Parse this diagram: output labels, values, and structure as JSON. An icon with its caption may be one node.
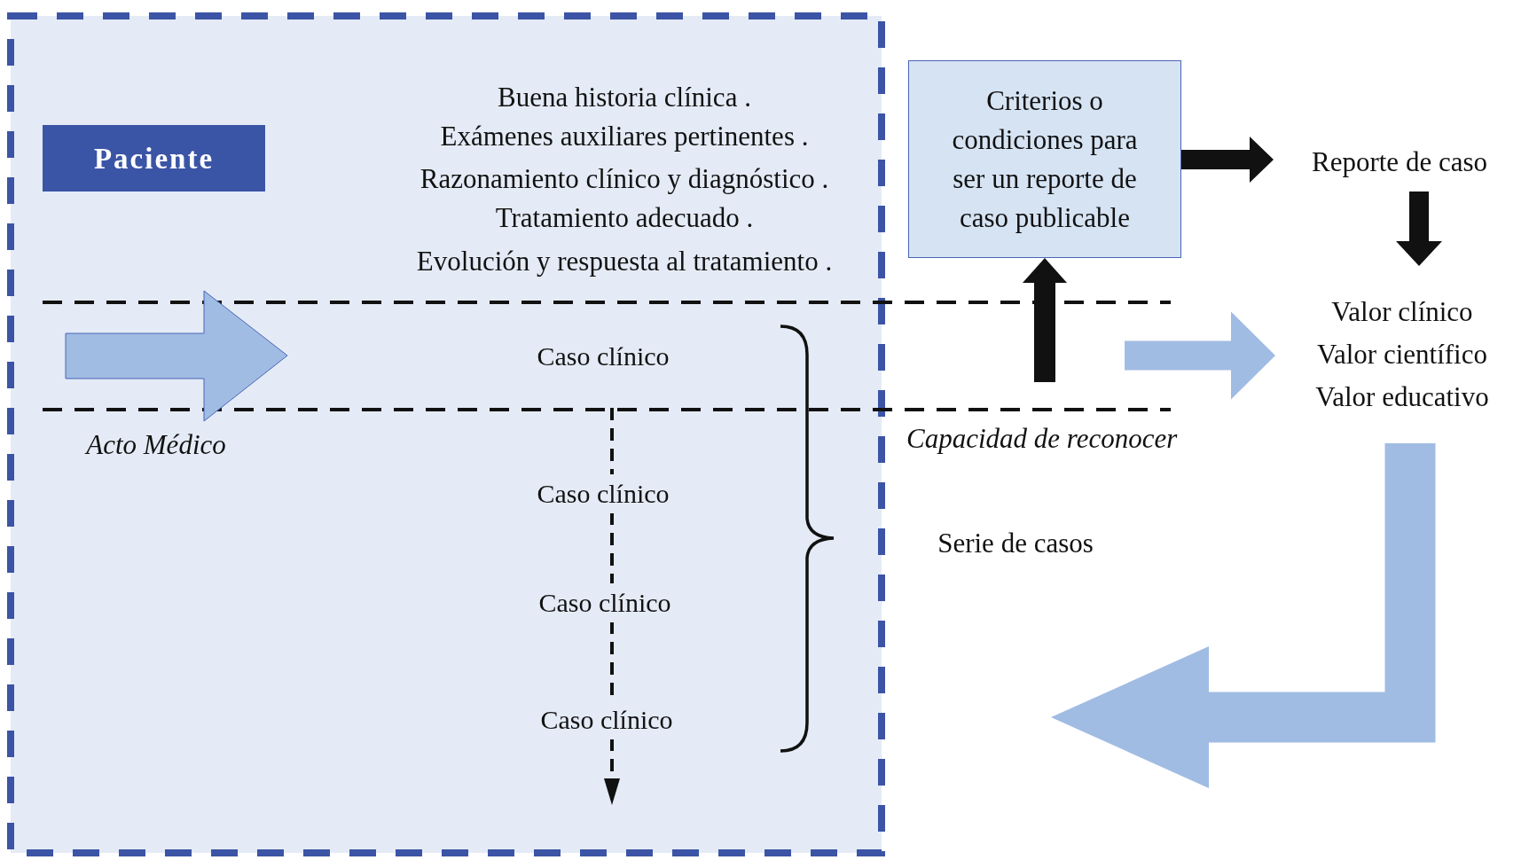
{
  "diagram": {
    "nodes": [
      {
        "text": [],
        "shape": "box"
      },
      {
        "text": [
          "Paciente"
        ],
        "in": 0
      },
      {
        "text": [
          "Caso clínico"
        ],
        "in": 0
      },
      {
        "text": [
          "Caso clínico"
        ],
        "in": 0
      },
      {
        "text": [
          "Caso clínico"
        ],
        "in": 0
      },
      {
        "text": [
          "Caso clínico"
        ],
        "in": 0
      },
      {
        "text": [
          "Criterios o condiciones para ser un reporte de caso publicable"
        ]
      },
      {
        "text": [
          "Reporte de caso"
        ]
      },
      {
        "text": [
          "Valor clínico",
          "Valor científico",
          "Valor educativo"
        ]
      }
    ],
    "edges": [
      {
        "from": 2,
        "to": 3,
        "arrow": "none",
        "style": "dashed"
      },
      {
        "from": 3,
        "to": 4,
        "arrow": "none",
        "style": "dashed"
      },
      {
        "from": 4,
        "to": 5,
        "arrow": "none",
        "style": "dashed"
      },
      {
        "from": 5,
        "to": null,
        "arrow": "to",
        "style": "dashed"
      },
      {
        "from": null,
        "to": 6,
        "arrow": "to"
      },
      {
        "from": 6,
        "to": 7,
        "arrow": "to"
      },
      {
        "from": 7,
        "to": 8,
        "arrow": "to"
      },
      {
        "from": null,
        "to": 8,
        "arrow": "to",
        "color": "#a1bce3"
      },
      {
        "from": 8,
        "to": null,
        "arrow": "to",
        "style": "thick",
        "color": "#a1bce3"
      }
    ],
    "labels": [
      "Buena historia clínica .",
      "Exámenes auxiliares pertinentes .",
      "Razonamiento clínico y diagnóstico .",
      "Tratamiento adecuado .",
      "Evolución y respuesta al tratamiento .",
      "Acto Médico",
      "Capacidad de reconocer",
      "Serie de casos"
    ]
  }
}
